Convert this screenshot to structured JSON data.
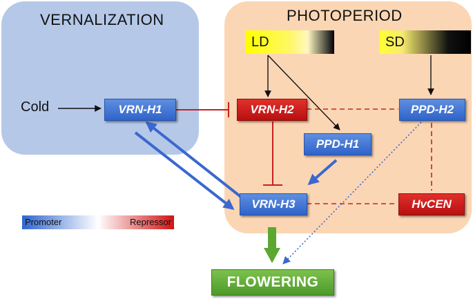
{
  "regions": {
    "vernalization": {
      "title": "VERNALIZATION"
    },
    "photoperiod": {
      "title": "PHOTOPERIOD"
    }
  },
  "lights": {
    "ld": "LD",
    "sd": "SD"
  },
  "inputs": {
    "cold": "Cold"
  },
  "genes": {
    "vrn_h1": "VRN-H1",
    "vrn_h2": "VRN-H2",
    "vrn_h3": "VRN-H3",
    "ppd_h1": "PPD-H1",
    "ppd_h2": "PPD-H2",
    "hvcen": "HvCEN"
  },
  "output": "FLOWERING",
  "legend": {
    "promoter": "Promoter",
    "repressor": "Repressor"
  },
  "colors": {
    "promoter": "#2f63c9",
    "repressor": "#c01515",
    "flowering": "#5aa832",
    "vernalization_bg": "#b5c8e8",
    "photoperiod_bg": "#fbd6b4"
  }
}
